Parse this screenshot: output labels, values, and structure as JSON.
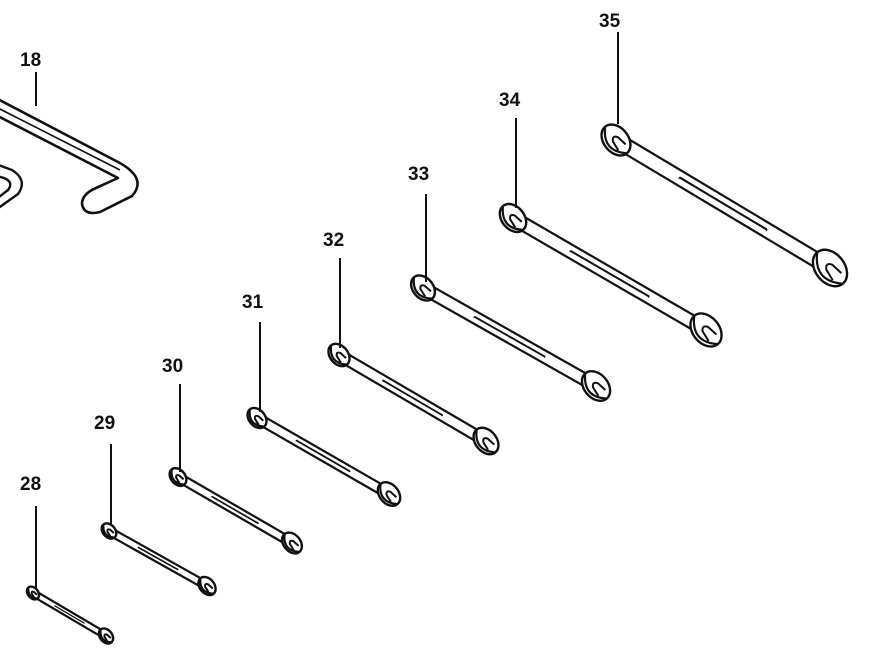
{
  "callouts": [
    {
      "id": "18",
      "label": "18",
      "item": "hex-key"
    },
    {
      "id": "28",
      "label": "28",
      "item": "wrench"
    },
    {
      "id": "29",
      "label": "29",
      "item": "wrench"
    },
    {
      "id": "30",
      "label": "30",
      "item": "wrench"
    },
    {
      "id": "31",
      "label": "31",
      "item": "wrench"
    },
    {
      "id": "32",
      "label": "32",
      "item": "wrench"
    },
    {
      "id": "33",
      "label": "33",
      "item": "wrench"
    },
    {
      "id": "34",
      "label": "34",
      "item": "wrench"
    },
    {
      "id": "35",
      "label": "35",
      "item": "wrench"
    }
  ],
  "colors": {
    "ink": "#111111",
    "paper": "#ffffff"
  }
}
